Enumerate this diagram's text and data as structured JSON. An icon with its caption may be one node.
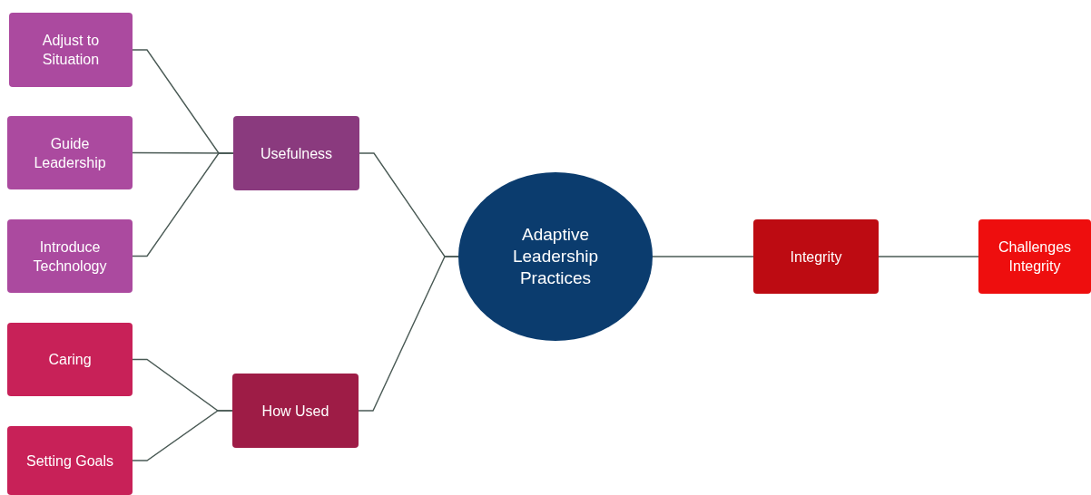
{
  "diagram": {
    "nodes": [
      {
        "text": [
          "Adjust to Situation"
        ]
      },
      {
        "text": [
          "Guide Leadership"
        ]
      },
      {
        "text": [
          "Introduce Technology"
        ]
      },
      {
        "text": [
          "Caring"
        ]
      },
      {
        "text": [
          "Setting Goals"
        ]
      },
      {
        "text": [
          "Usefulness"
        ]
      },
      {
        "text": [
          "How Used"
        ]
      },
      {
        "text": [
          "Adaptive Leadership Practices"
        ]
      },
      {
        "text": [
          "Integrity"
        ]
      },
      {
        "text": [
          "Challenges Integrity"
        ]
      }
    ],
    "edges": [
      {
        "from": 0,
        "to": 5,
        "arrow": "none"
      },
      {
        "from": 1,
        "to": 5,
        "arrow": "none"
      },
      {
        "from": 2,
        "to": 5,
        "arrow": "none"
      },
      {
        "from": 3,
        "to": 6,
        "arrow": "none"
      },
      {
        "from": 4,
        "to": 6,
        "arrow": "none"
      },
      {
        "from": 5,
        "to": 7,
        "arrow": "none"
      },
      {
        "from": 6,
        "to": 7,
        "arrow": "none"
      },
      {
        "from": 7,
        "to": 8,
        "arrow": "none"
      },
      {
        "from": 8,
        "to": 9,
        "arrow": "none"
      }
    ]
  }
}
